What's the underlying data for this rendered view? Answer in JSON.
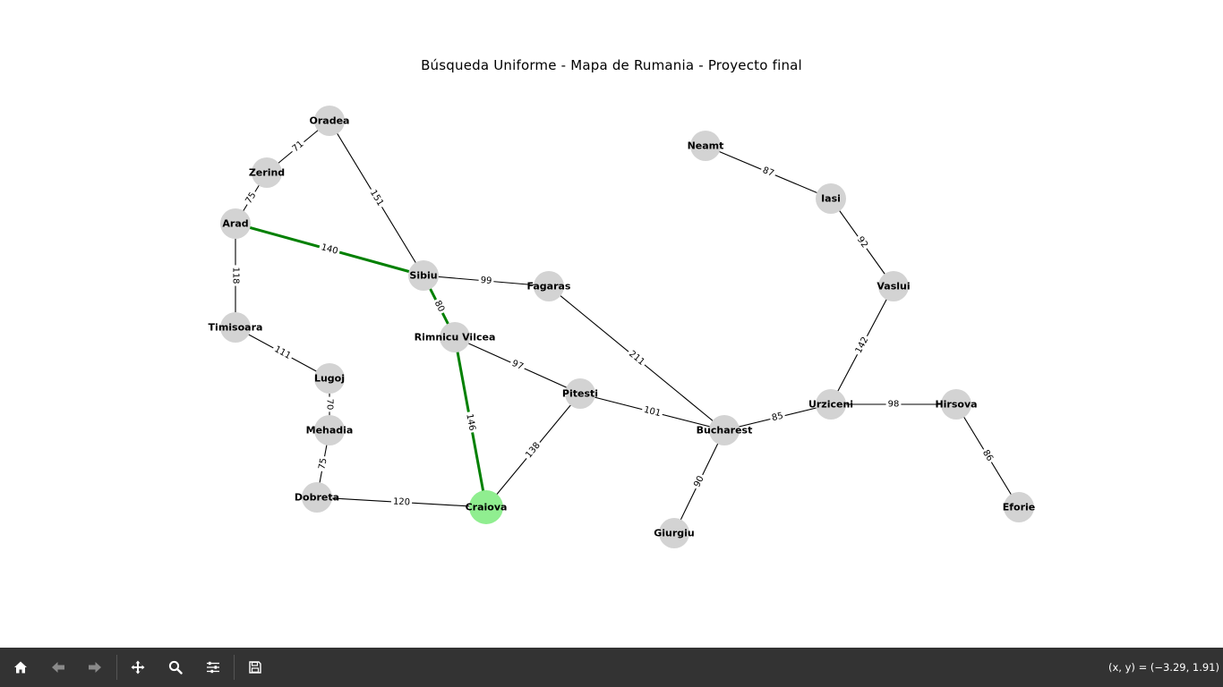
{
  "figure": {
    "title": "Búsqueda Uniforme - Mapa de Rumania - Proyecto final"
  },
  "colors": {
    "node_default": "#d3d3d3",
    "node_goal": "#90ee90",
    "edge_default": "#000000",
    "edge_path": "#008000",
    "toolbar_bg": "#333333",
    "toolbar_icon": "#ffffff",
    "toolbar_icon_disabled": "#8a8a8a"
  },
  "graph": {
    "nodes": [
      {
        "name": "Oradea"
      },
      {
        "name": "Zerind"
      },
      {
        "name": "Arad"
      },
      {
        "name": "Timisoara"
      },
      {
        "name": "Lugoj"
      },
      {
        "name": "Mehadia"
      },
      {
        "name": "Dobreta"
      },
      {
        "name": "Sibiu"
      },
      {
        "name": "Rimnicu Vilcea"
      },
      {
        "name": "Fagaras"
      },
      {
        "name": "Pitesti"
      },
      {
        "name": "Craiova",
        "goal": true
      },
      {
        "name": "Bucharest"
      },
      {
        "name": "Giurgiu"
      },
      {
        "name": "Urziceni"
      },
      {
        "name": "Hirsova"
      },
      {
        "name": "Eforie"
      },
      {
        "name": "Vaslui"
      },
      {
        "name": "Iasi"
      },
      {
        "name": "Neamt"
      }
    ],
    "edges": [
      {
        "from": "Oradea",
        "to": "Zerind",
        "weight": "71"
      },
      {
        "from": "Zerind",
        "to": "Arad",
        "weight": "75"
      },
      {
        "from": "Oradea",
        "to": "Sibiu",
        "weight": "151"
      },
      {
        "from": "Arad",
        "to": "Sibiu",
        "weight": "140",
        "path": true
      },
      {
        "from": "Arad",
        "to": "Timisoara",
        "weight": "118"
      },
      {
        "from": "Timisoara",
        "to": "Lugoj",
        "weight": "111"
      },
      {
        "from": "Lugoj",
        "to": "Mehadia",
        "weight": "70"
      },
      {
        "from": "Mehadia",
        "to": "Dobreta",
        "weight": "75"
      },
      {
        "from": "Dobreta",
        "to": "Craiova",
        "weight": "120"
      },
      {
        "from": "Sibiu",
        "to": "Fagaras",
        "weight": "99"
      },
      {
        "from": "Sibiu",
        "to": "Rimnicu Vilcea",
        "weight": "80",
        "path": true
      },
      {
        "from": "Rimnicu Vilcea",
        "to": "Pitesti",
        "weight": "97"
      },
      {
        "from": "Rimnicu Vilcea",
        "to": "Craiova",
        "weight": "146",
        "path": true
      },
      {
        "from": "Craiova",
        "to": "Pitesti",
        "weight": "138"
      },
      {
        "from": "Pitesti",
        "to": "Bucharest",
        "weight": "101"
      },
      {
        "from": "Fagaras",
        "to": "Bucharest",
        "weight": "211"
      },
      {
        "from": "Bucharest",
        "to": "Giurgiu",
        "weight": "90"
      },
      {
        "from": "Bucharest",
        "to": "Urziceni",
        "weight": "85"
      },
      {
        "from": "Urziceni",
        "to": "Hirsova",
        "weight": "98"
      },
      {
        "from": "Hirsova",
        "to": "Eforie",
        "weight": "86"
      },
      {
        "from": "Urziceni",
        "to": "Vaslui",
        "weight": "142"
      },
      {
        "from": "Vaslui",
        "to": "Iasi",
        "weight": "92"
      },
      {
        "from": "Iasi",
        "to": "Neamt",
        "weight": "87"
      }
    ]
  },
  "toolbar": {
    "buttons": [
      {
        "id": "home",
        "icon": "home-icon",
        "enabled": true
      },
      {
        "id": "back",
        "icon": "arrow-left-icon",
        "enabled": false
      },
      {
        "id": "forward",
        "icon": "arrow-right-icon",
        "enabled": false
      },
      {
        "id": "pan",
        "icon": "move-icon",
        "enabled": true
      },
      {
        "id": "zoom",
        "icon": "magnifier-icon",
        "enabled": true
      },
      {
        "id": "configure",
        "icon": "sliders-icon",
        "enabled": true
      },
      {
        "id": "save",
        "icon": "floppy-disk-icon",
        "enabled": true
      }
    ],
    "coordinates": "(x, y) = (−3.29, 1.91)"
  }
}
